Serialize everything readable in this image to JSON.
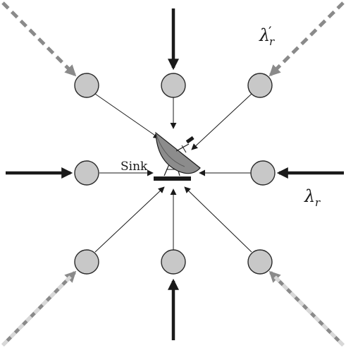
{
  "labels": {
    "sink": "Sink",
    "lambda_r_prime": "λ",
    "lambda_r_prime_sub": "r",
    "lambda_r_prime_mark": "′",
    "lambda_r": "λ",
    "lambda_r_sub": "r"
  },
  "colors": {
    "node_fill": "#c8c8c8",
    "line": "#1a1a1a",
    "dashed_gray": "#8a8a8a",
    "dashed_light": "#d8d8d8",
    "dish": "#8c8c8c"
  }
}
